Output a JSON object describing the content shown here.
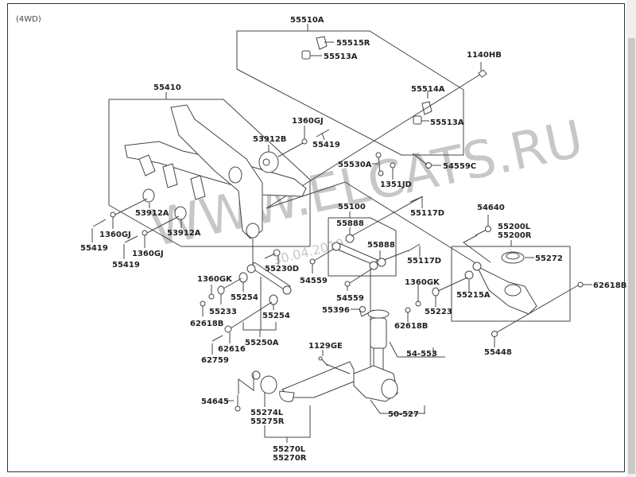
{
  "diagram": {
    "variant": "(4WD)",
    "watermark": "WWW.ELCATS.RU",
    "date_stamp": "30.04.2019",
    "labels": {
      "l55510A": "55510A",
      "l55515R": "55515R",
      "l55513A_top": "55513A",
      "l1140HB": "1140HB",
      "l55514A": "55514A",
      "l55513A_right": "55513A",
      "l55410": "55410",
      "l1360GJ_top": "1360GJ",
      "l53912B": "53912B",
      "l55419_top": "55419",
      "l55530A": "55530A",
      "l54559C": "54559C",
      "l1351JD": "1351JD",
      "l55100": "55100",
      "l55117D_top": "55117D",
      "l55888_a": "55888",
      "l55888_b": "55888",
      "l55117D_mid": "55117D",
      "l54640": "54640",
      "l55200L": "55200L",
      "l55200R": "55200R",
      "l55272": "55272",
      "l53912A_a": "53912A",
      "l53912A_b": "53912A",
      "l1360GJ_a": "1360GJ",
      "l1360GJ_b": "1360GJ",
      "l55419_a": "55419",
      "l55419_b": "55419",
      "l55230D": "55230D",
      "l54559_a": "54559",
      "l54559_b": "54559",
      "l1360GK_left": "1360GK",
      "l55254_a": "55254",
      "l55233": "55233",
      "l62618B_left": "62618B",
      "l55254_b": "55254",
      "l62616": "62616",
      "l55250A": "55250A",
      "l62759": "62759",
      "l55396": "55396",
      "l1360GK_right": "1360GK",
      "l55223": "55223",
      "l55215A": "55215A",
      "l62618B_mid": "62618B",
      "l62618B_right": "62618B",
      "l55448": "55448",
      "l1129GE": "1129GE",
      "l54553": "54-553",
      "l54645": "54645",
      "l55274L": "55274L",
      "l55275R": "55275R",
      "l50527": "50-527",
      "l55270L": "55270L",
      "l55270R": "55270R"
    }
  }
}
